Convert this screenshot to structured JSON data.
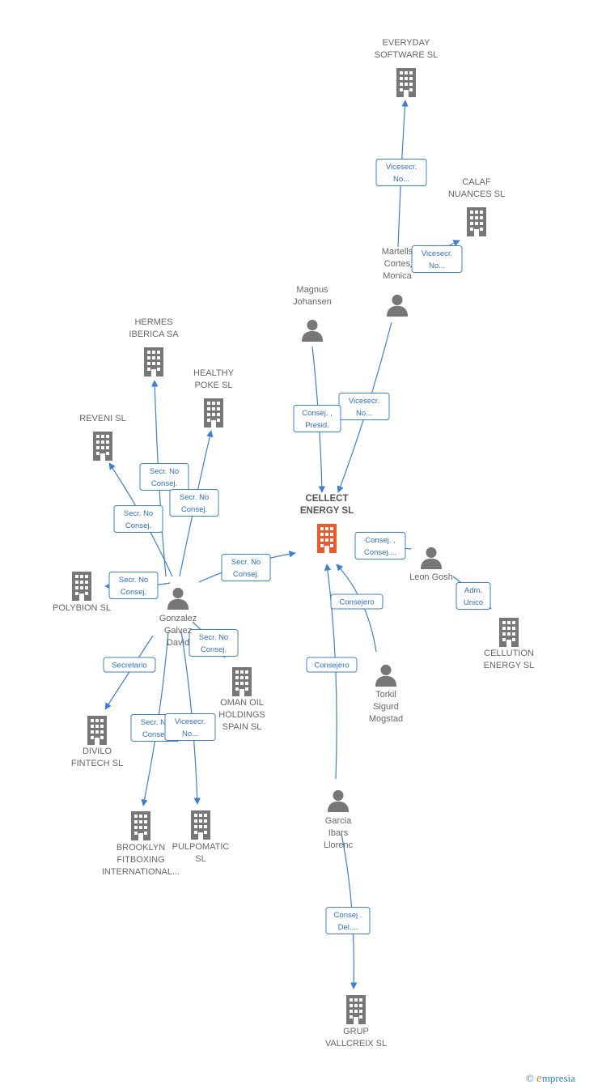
{
  "colors": {
    "edge": "#3d7fd4",
    "node": "#777777",
    "center": "#f05a2a",
    "label": "#666666"
  },
  "nodes": [
    {
      "id": "everyday",
      "type": "company",
      "label": [
        "EVERYDAY",
        "SOFTWARE  SL"
      ],
      "icon": "building-icon"
    },
    {
      "id": "calaf",
      "type": "company",
      "label": [
        "CALAF",
        "NUANCES SL"
      ],
      "icon": "building-icon"
    },
    {
      "id": "martells",
      "type": "person",
      "label": [
        "Martells",
        "Cortes",
        "Monica"
      ],
      "icon": "person-icon"
    },
    {
      "id": "magnus",
      "type": "person",
      "label": [
        "Magnus",
        "Johansen"
      ],
      "icon": "person-icon"
    },
    {
      "id": "hermes",
      "type": "company",
      "label": [
        "HERMES",
        "IBERICA SA"
      ],
      "icon": "building-icon"
    },
    {
      "id": "healthy",
      "type": "company",
      "label": [
        "HEALTHY",
        "POKE  SL"
      ],
      "icon": "building-icon"
    },
    {
      "id": "reveni",
      "type": "company",
      "label": [
        "REVENI  SL"
      ],
      "icon": "building-icon"
    },
    {
      "id": "cellect",
      "type": "company-center",
      "label": [
        "CELLECT",
        "ENERGY  SL"
      ],
      "icon": "building-icon"
    },
    {
      "id": "leon",
      "type": "person",
      "label": [
        "Leon Gosh"
      ],
      "icon": "person-icon"
    },
    {
      "id": "polybion",
      "type": "company",
      "label": [
        "POLYBION  SL"
      ],
      "icon": "building-icon"
    },
    {
      "id": "gonzalez",
      "type": "person",
      "label": [
        "Gonzalez",
        "Galvez",
        "David"
      ],
      "icon": "person-icon"
    },
    {
      "id": "cellution",
      "type": "company",
      "label": [
        "CELLUTION",
        "ENERGY  SL"
      ],
      "icon": "building-icon"
    },
    {
      "id": "oman",
      "type": "company",
      "label": [
        "OMAN OIL",
        "HOLDINGS",
        "SPAIN SL"
      ],
      "icon": "building-icon"
    },
    {
      "id": "torkil",
      "type": "person",
      "label": [
        "Torkil",
        "Sigurd",
        "Mogstad"
      ],
      "icon": "person-icon"
    },
    {
      "id": "divilo",
      "type": "company",
      "label": [
        "DIVILO",
        "FINTECH  SL"
      ],
      "icon": "building-icon"
    },
    {
      "id": "garcia",
      "type": "person",
      "label": [
        "Garcia",
        "Ibars",
        "Llorenc"
      ],
      "icon": "person-icon"
    },
    {
      "id": "brooklyn",
      "type": "company",
      "label": [
        "BROOKLYN",
        "FITBOXING",
        "INTERNATIONAL..."
      ],
      "icon": "building-icon"
    },
    {
      "id": "pulpomatic",
      "type": "company",
      "label": [
        "PULPOMATIC",
        "SL"
      ],
      "icon": "building-icon"
    },
    {
      "id": "grup",
      "type": "company",
      "label": [
        "GRUP",
        "VALLCREIX SL"
      ],
      "icon": "building-icon"
    }
  ],
  "edges": [
    {
      "from": "martells",
      "to": "everyday",
      "label": [
        "Vicesecr.",
        "No..."
      ]
    },
    {
      "from": "martells",
      "to": "calaf",
      "label": [
        "Vicesecr.",
        "No..."
      ]
    },
    {
      "from": "martells",
      "to": "cellect",
      "label": [
        "Vicesecr.",
        "No..."
      ]
    },
    {
      "from": "magnus",
      "to": "cellect",
      "label": [
        "Consej. ,",
        "Presid."
      ]
    },
    {
      "from": "leon",
      "to": "cellect",
      "label": [
        "Consej. ,",
        "Consej...."
      ]
    },
    {
      "from": "leon",
      "to": "cellution",
      "label": [
        "Adm.",
        "Unico"
      ]
    },
    {
      "from": "gonzalez",
      "to": "hermes",
      "label": [
        "Secr.  No",
        "Consej."
      ]
    },
    {
      "from": "gonzalez",
      "to": "healthy",
      "label": [
        "Secr.  No",
        "Consej."
      ]
    },
    {
      "from": "gonzalez",
      "to": "reveni",
      "label": [
        "Secr.  No",
        "Consej."
      ]
    },
    {
      "from": "gonzalez",
      "to": "polybion",
      "label": [
        "Secr.  No",
        "Consej."
      ]
    },
    {
      "from": "gonzalez",
      "to": "cellect",
      "label": [
        "Secr.  No",
        "Consej."
      ]
    },
    {
      "from": "gonzalez",
      "to": "oman",
      "label": [
        "Secr.  No",
        "Consej."
      ]
    },
    {
      "from": "gonzalez",
      "to": "divilo",
      "label": [
        "Secretario"
      ]
    },
    {
      "from": "gonzalez",
      "to": "brooklyn",
      "label": [
        "Secr.  No",
        "Consej."
      ]
    },
    {
      "from": "gonzalez",
      "to": "pulpomatic",
      "label": [
        "Vicesecr.",
        "No..."
      ]
    },
    {
      "from": "torkil",
      "to": "cellect",
      "label": [
        "Consejero"
      ]
    },
    {
      "from": "garcia",
      "to": "cellect",
      "label": [
        "Consejero"
      ]
    },
    {
      "from": "garcia",
      "to": "grup",
      "label": [
        "Consej .",
        "Del...."
      ]
    }
  ],
  "brand": {
    "symbol": "©",
    "initial": "e",
    "rest": "mpresia"
  }
}
